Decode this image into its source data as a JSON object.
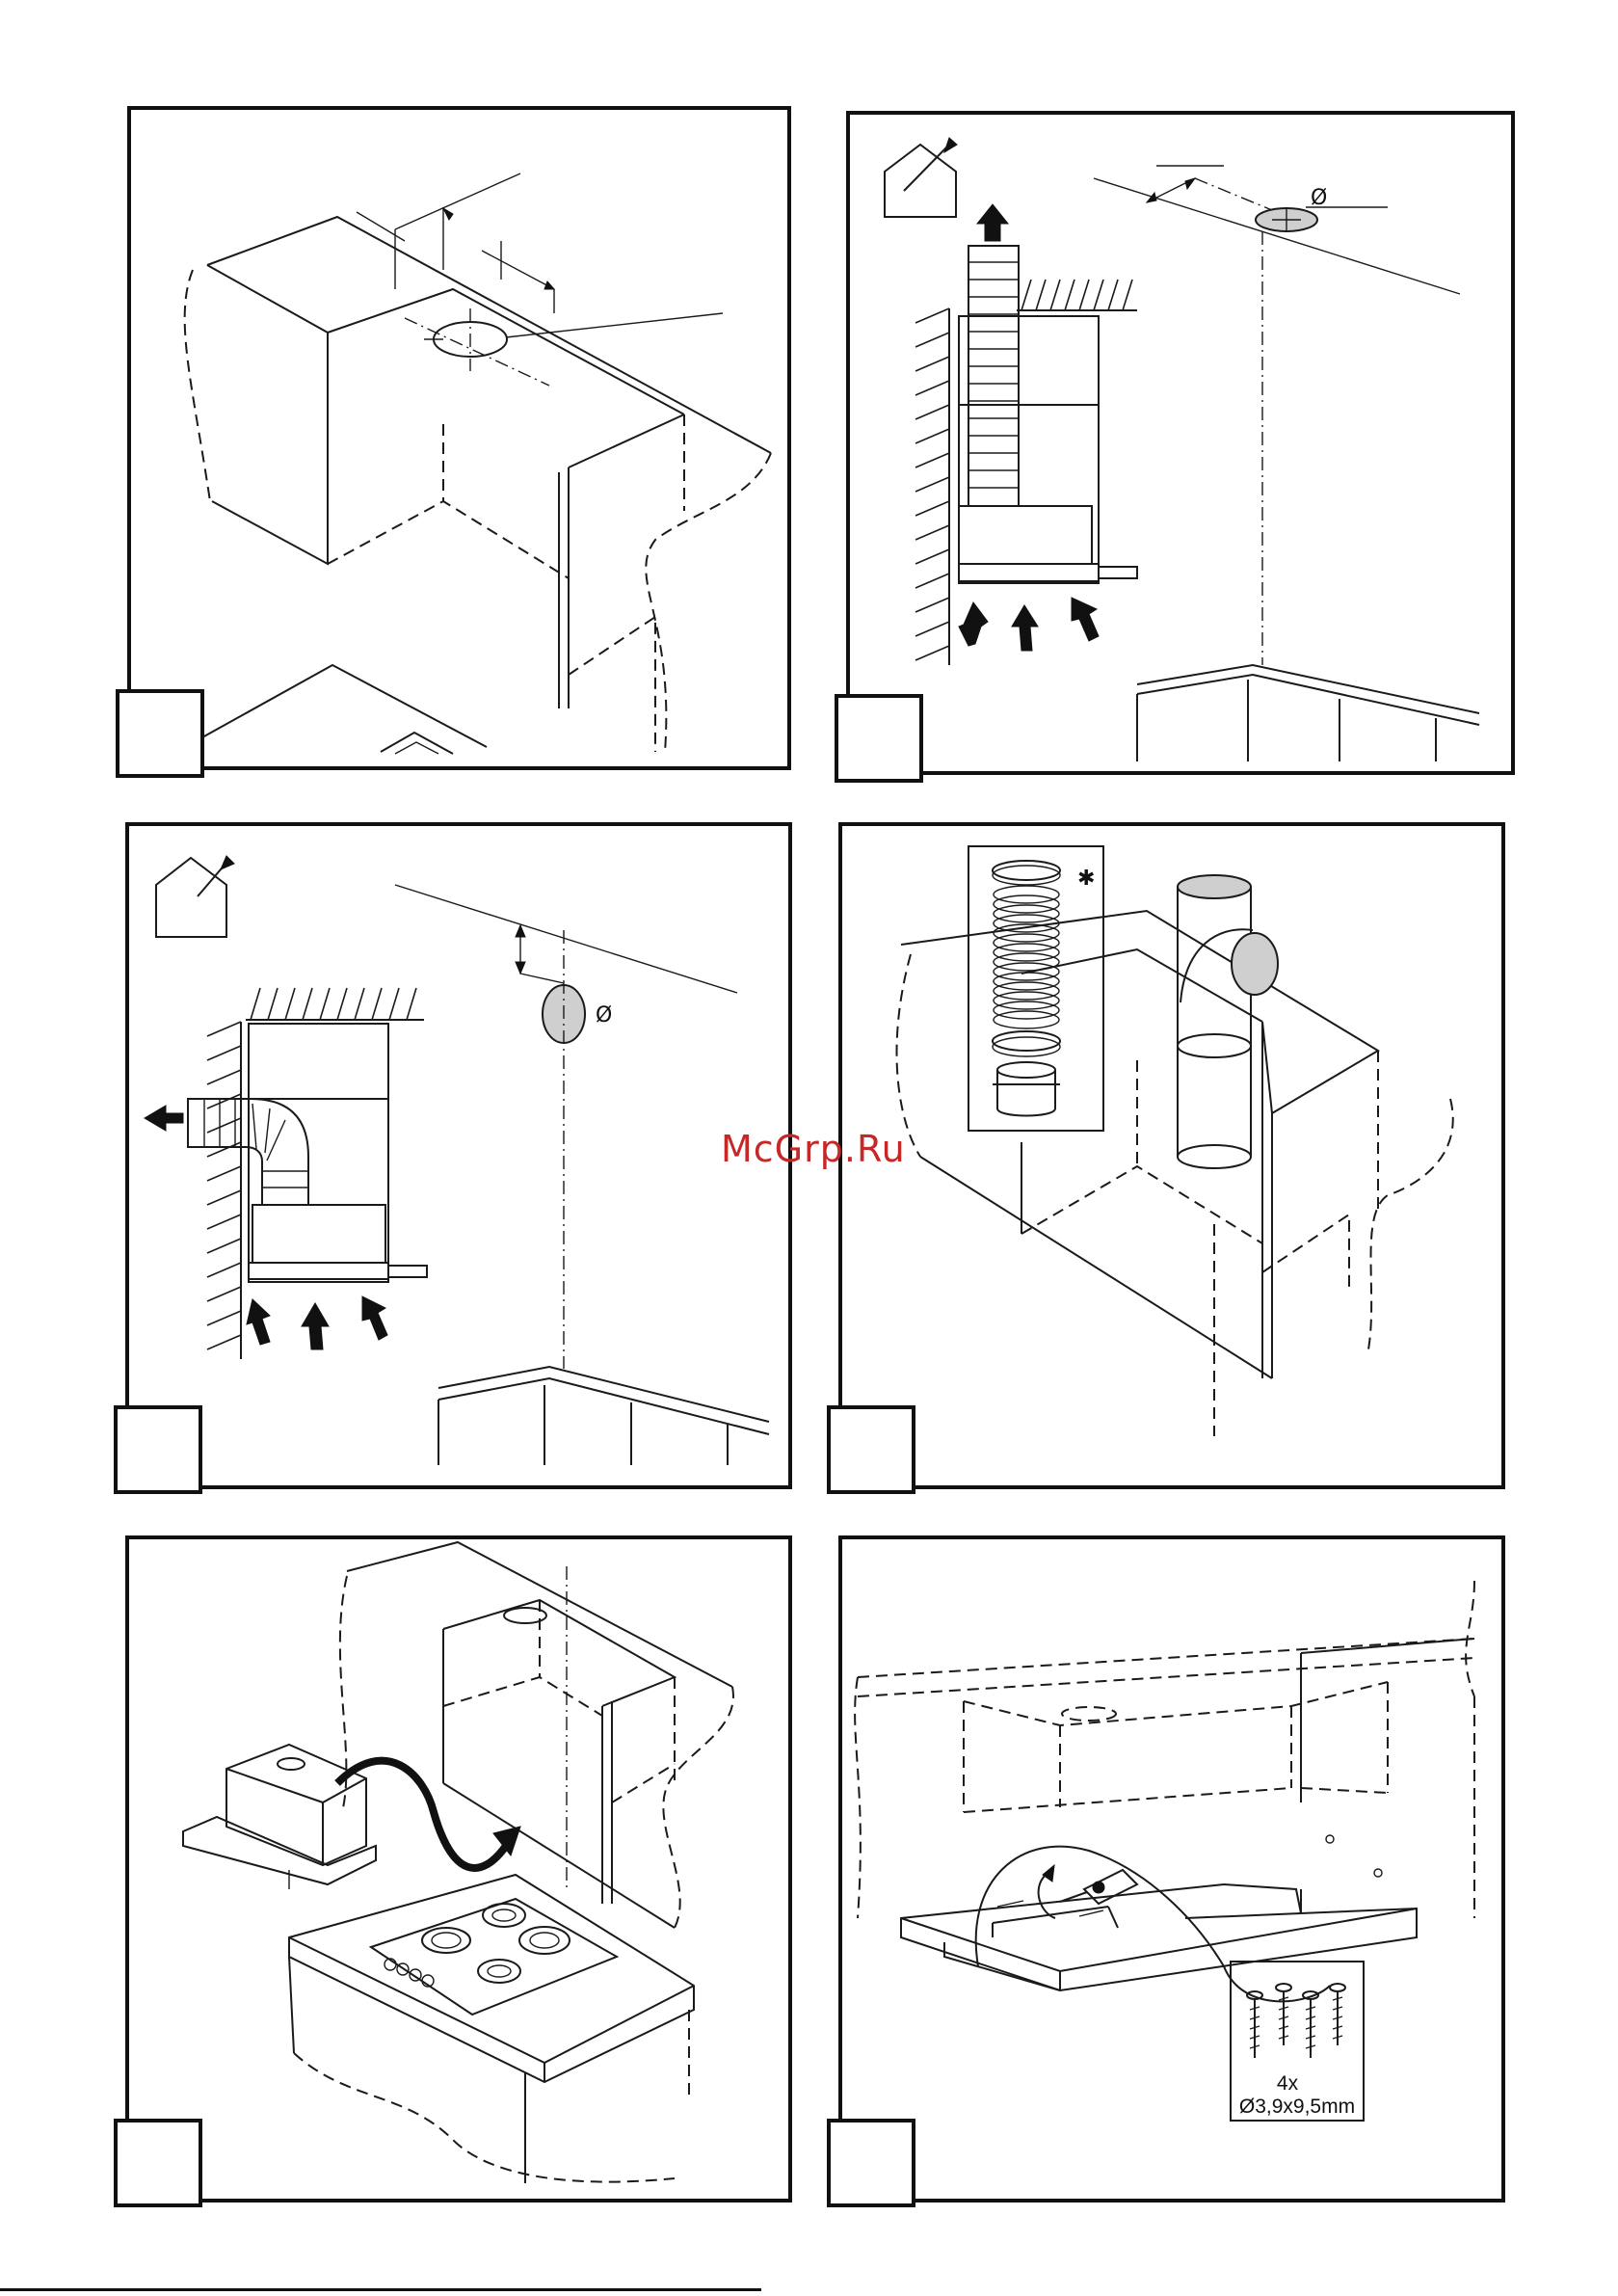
{
  "watermark": "McGrp.Ru",
  "symbols": {
    "diameter": "Ø",
    "asterisk": "✱"
  },
  "panel6": {
    "screw_count": "4x",
    "screw_size": "Ø3,9x9,5mm"
  },
  "icons": [
    "house-vent-icon",
    "airflow-arrow-icon",
    "hose-clamp-icon",
    "flexible-duct-icon",
    "screwdriver-icon",
    "screw-icon"
  ]
}
